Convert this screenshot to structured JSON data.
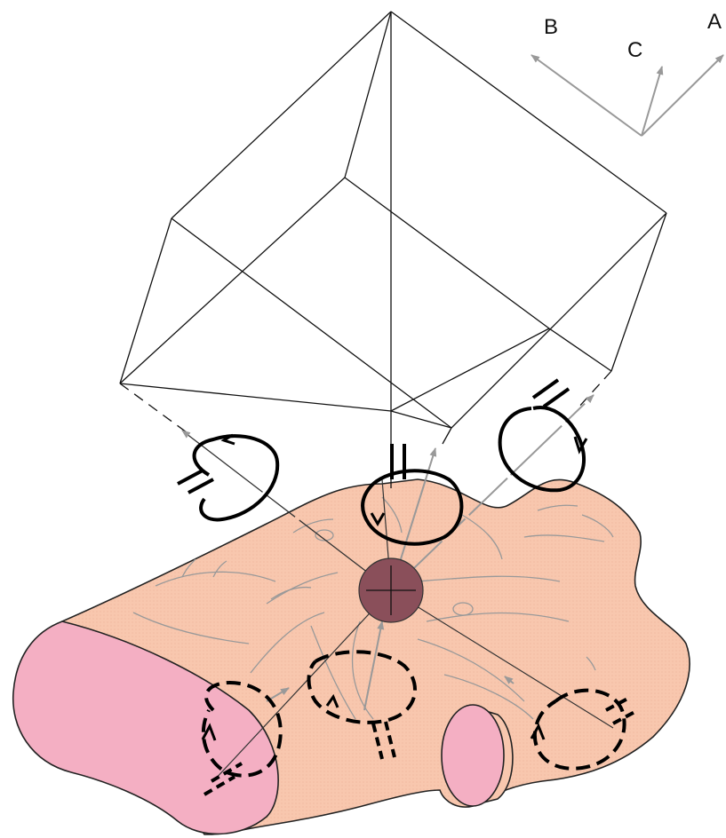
{
  "axes": {
    "labels": {
      "a": "A",
      "b": "B",
      "c": "C"
    },
    "color": "#999999"
  },
  "colors": {
    "body_fill": "#F8C7AE",
    "cut_face_fill": "#F4AFC3",
    "marker_fill": "#8A4F5A",
    "contour_stroke": "#999999",
    "outline_stroke": "#222222",
    "loop_stroke": "#000000",
    "cube_stroke": "#111111",
    "background": "#FFFFFF"
  },
  "icons": {
    "rotation_loops": [
      "loop-arrow-icon",
      "loop-arrow-icon",
      "loop-arrow-icon"
    ],
    "dashed_loops": [
      "dashed-loop-arrow-icon",
      "dashed-loop-arrow-icon",
      "dashed-loop-arrow-icon"
    ]
  }
}
